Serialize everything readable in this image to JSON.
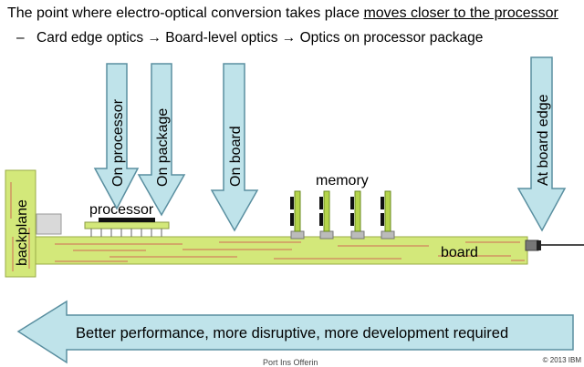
{
  "header": {
    "title_prefix": "The point where electro-optical conversion takes place ",
    "title_emphasis": "moves closer to the processor",
    "bullet_dash": "–",
    "bullet_text": "Card edge optics → Board-level optics → Optics on processor package"
  },
  "diagram": {
    "arrows": [
      "On processor",
      "On package",
      "On board",
      "At board edge"
    ],
    "processor_label": "processor",
    "memory_label": "memory",
    "board_label": "board",
    "backplane_label": "backplane",
    "bottom_arrow_text": "Better performance, more disruptive, more development required"
  },
  "colors": {
    "arrow_fill": "#bfe3ea",
    "arrow_stroke": "#5a8fa0",
    "board_fill": "#d3e87a",
    "board_lines": "#d06a55"
  },
  "footer": {
    "partial_text": "Port Ins Offerin",
    "copyright": "© 2013 IBM"
  }
}
